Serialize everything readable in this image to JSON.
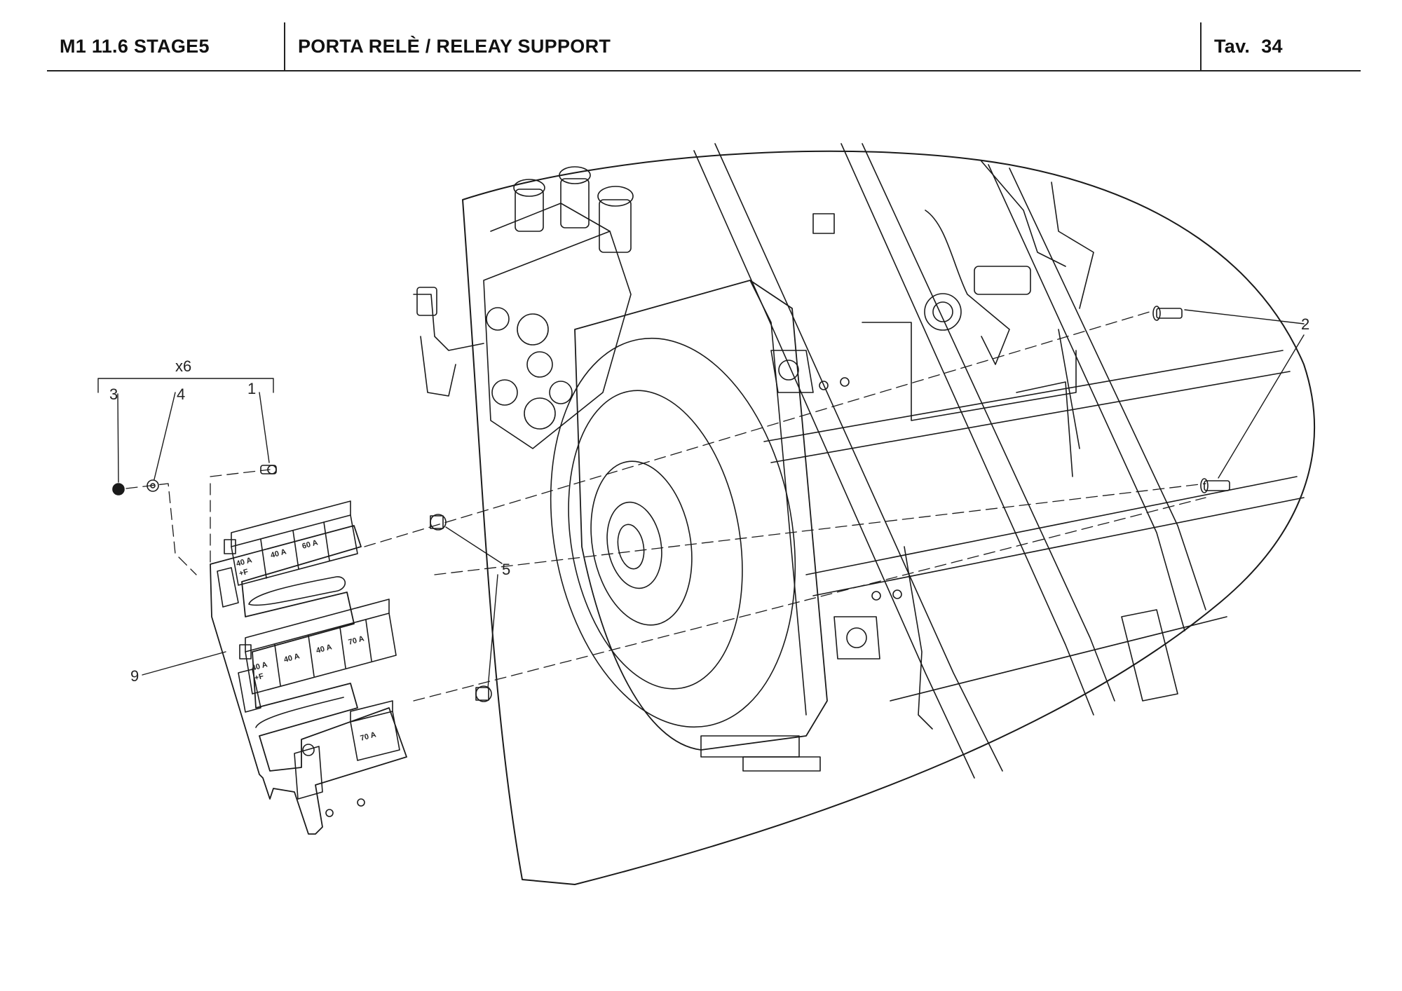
{
  "header": {
    "model": "M1 11.6 STAGE5",
    "title": "PORTA RELÈ / RELEAY SUPPORT",
    "table_label": "Tav.",
    "table_number": "34"
  },
  "callouts": {
    "c1": "1",
    "c2": "2",
    "c3": "3",
    "c4": "4",
    "c5": "5",
    "c9": "9",
    "qty": "x6"
  },
  "fuse_labels": {
    "r1a": "40 A",
    "r1a2": "+F",
    "r1b": "40 A",
    "r1c": "60 A",
    "r2a": "40 A",
    "r2a2": "+F",
    "r2b": "40 A",
    "r2c": "40 A",
    "r2d": "70 A",
    "r3a": "70 A"
  },
  "colors": {
    "line": "#1a1a1a",
    "background": "#ffffff"
  }
}
